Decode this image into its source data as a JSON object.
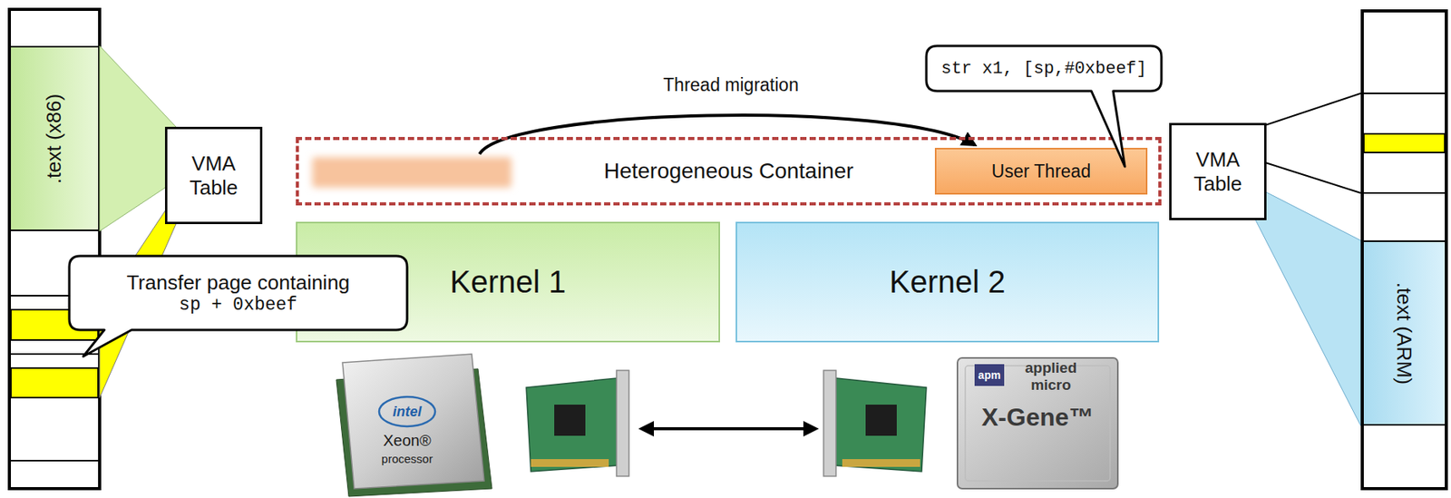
{
  "diagram": {
    "nodes": [
      {
        "text": [
          ".text (x86)"
        ]
      },
      {
        "text": [
          "VMA Table"
        ]
      },
      {
        "text": [
          "Transfer page containing",
          "sp + 0xbeef"
        ]
      },
      {
        "text": [
          "Heterogeneous Container"
        ]
      },
      {
        "text": [
          "User Thread"
        ],
        "in": 3
      },
      {
        "text": [
          "str x1, [sp,#0xbeef]"
        ]
      },
      {
        "text": [
          "Kernel 1"
        ]
      },
      {
        "text": [
          "Kernel 2"
        ]
      },
      {
        "text": [
          "VMA Table"
        ]
      },
      {
        "text": [
          ".text (ARM)"
        ]
      }
    ],
    "labels": [
      "Thread migration",
      "intel",
      "Xeon®",
      "processor",
      "apm",
      "applied micro",
      "X-Gene™"
    ]
  }
}
